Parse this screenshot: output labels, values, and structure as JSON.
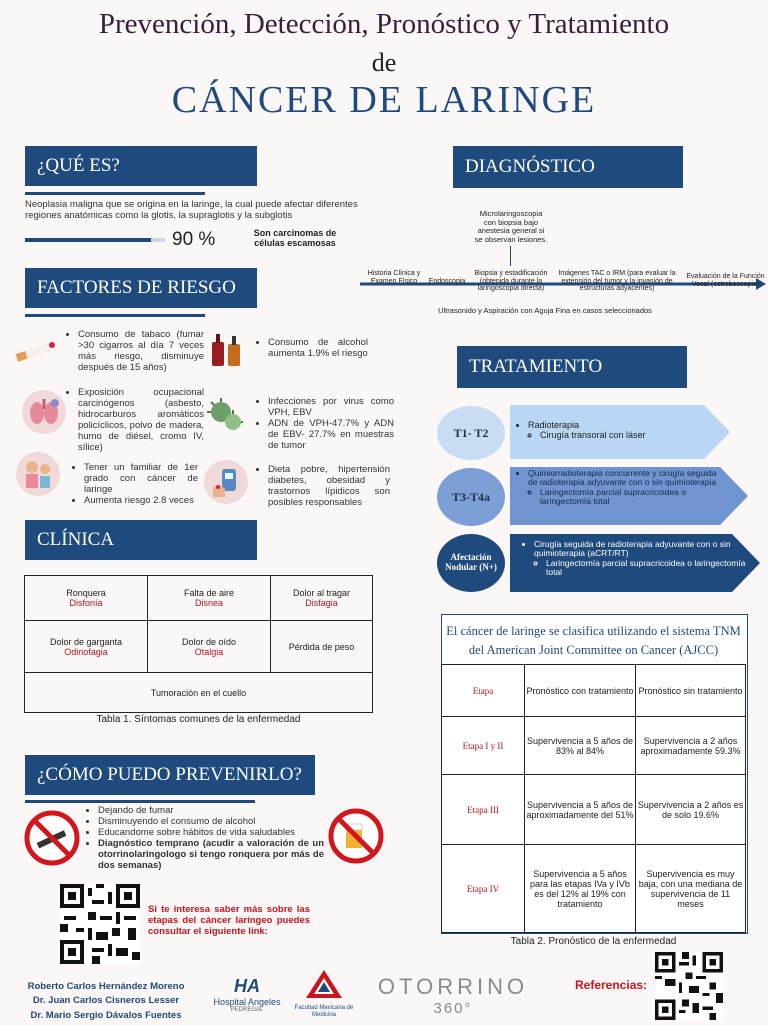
{
  "title": {
    "line1": "Prevención, Detección, Pronóstico y Tratamiento",
    "line2": "de",
    "line3": "CÁNCER DE LARINGE"
  },
  "que_es": {
    "heading": "¿QUÉ ES?",
    "text": "Neoplasia maligna que se origina en la laringe, la cual puede afectar diferentes regiones anatómicas como la glotis, la supraglotis y la subglotis",
    "percent": "90 %",
    "percent_value": 0.9,
    "percent_note": "Son carcinomas de células escamosas"
  },
  "factores": {
    "heading": "FACTORES DE RIESGO",
    "items": [
      {
        "icon": "cigarette-icon",
        "bullets": [
          "Consumo de tabaco (fumar >30 cigarros al día 7 veces más riesgo, disminuye después de 15 años)"
        ]
      },
      {
        "icon": "alcohol-bottles-icon",
        "bullets": [
          "Consumo de alcohol aumenta 1.9% el riesgo"
        ]
      },
      {
        "icon": "lungs-exposure-icon",
        "bullets": [
          "Exposición ocupacional carcinógenos (asbesto, hidrocarburos aromáticos policíclicos, polvo de madera, humo de diésel, cromo IV, sílice)"
        ]
      },
      {
        "icon": "virus-icon",
        "bullets": [
          "Infecciones por virus como VPH, EBV",
          "ADN de VPH-47.7% y ADN de EBV- 27.7% en muestras de tumor"
        ]
      },
      {
        "icon": "family-icon",
        "bullets": [
          "Tener un familiar de 1er grado con cáncer de laringe",
          "Aumenta riesgo 2.8 veces"
        ]
      },
      {
        "icon": "glucose-meter-icon",
        "bullets": [
          "Dieta pobre, hipertensión diabetes, obesidad y trastornos lípidicos son posibles responsables"
        ]
      }
    ]
  },
  "clinica": {
    "heading": "CLÍNICA",
    "rows": [
      [
        {
          "label": "Ronquera",
          "term": "Disfonía"
        },
        {
          "label": "Falta de aire",
          "term": "Disnea"
        },
        {
          "label": "Dolor al tragar",
          "term": "Disfagia"
        }
      ],
      [
        {
          "label": "Dolor de garganta",
          "term": "Odinofagia"
        },
        {
          "label": "Dolor de oído",
          "term": "Otalgia"
        },
        {
          "label": "Pérdida de peso",
          "term": ""
        }
      ]
    ],
    "last_row": "Tumoración en el cuello",
    "caption": "Tabla 1. Síntomas comunes de la enfermedad"
  },
  "prevenir": {
    "heading": "¿CÓMO PUEDO PREVENIRLO?",
    "items": [
      "Dejando de fumar",
      "Disminuyendo el consumo de alcohol",
      "Educandome sobre hábitos de vida saludables"
    ],
    "bold_item": "Diagnóstico temprano (acudir a valoración de un otorrinolaringologo si tengo ronquera por más de dos semanas)",
    "qr_text": "Si te interesa saber más sobre las etapas del cáncer laríngeo puedes consultar el siguiente link:"
  },
  "diagnostico": {
    "heading": "DIAGNÓSTICO",
    "above": "Microlaringoscopia con biopsia bajo anestesia general si se observan lesiones.",
    "steps": [
      "Historia Clínica y Examen Físico",
      "Endoscopia",
      "Biopsia y estadificación (obtenida durante la laringoscopia directa)",
      "Imágenes TAC o IRM (para evaluar la extensión del tumor y la invasión de estructuras adyacentes)",
      "Evaluación de la Función Vocal (estroboscopia)"
    ],
    "below": "Ultrasonido y Aspiración con Aguja Fina en casos seleccionados"
  },
  "tratamiento": {
    "heading": "TRATAMIENTO",
    "rows": [
      {
        "stage": "T1- T2",
        "main": "Radioterapia",
        "sub": "Cirugía transoral con láser"
      },
      {
        "stage": "T3-T4a",
        "main": "Quimiorradioterapia concurrente y cirugía seguida de radioterapia adyuvante con o sin quimioterapia",
        "sub": "Laringectomía parcial supracricoidea o laringectomía total"
      },
      {
        "stage": "Afectación Nodular (N+)",
        "main": "Cirugía seguida de radioterapia adyuvante con o sin quimioterapia (aCRT/RT)",
        "sub": "Laringectomía parcial supracricoidea o laringectomía total"
      }
    ]
  },
  "pronostico": {
    "title": "El cáncer de laringe se clasifica utilizando el sistema TNM del American Joint Committee on Cancer (AJCC)",
    "headers": [
      "Etapa",
      "Pronóstico con tratamiento",
      "Pronóstico sin tratamiento"
    ],
    "rows": [
      [
        "Etapa I y II",
        "Supervivencia a 5 años de 83% al 84%",
        "Supervivencia a 2 años aproximadamente 59.3%"
      ],
      [
        "Etapa III",
        "Supervivencia a 5 años de aproximadamente del 51%",
        "Supervivencia a 2 años es de solo 19.6%"
      ],
      [
        "Etapa IV",
        "Supervivencia a 5 años para las etapas IVa y IVb es del 12% al 19% con tratamiento",
        "Supervivencia es muy baja, con una mediana de supervivencia de 11 meses"
      ]
    ],
    "caption": "Tabla 2. Pronóstico de la enfermedad"
  },
  "footer": {
    "authors": [
      "Roberto Carlos Hernández Moreno",
      "Dr. Juan Carlos Cisneros Lesser",
      "Dr. Mario Sergio Dávalos Fuentes"
    ],
    "logo1_mark": "HA",
    "logo1_name": "Hospital Angeles",
    "logo1_sub": "PEDREGAL",
    "logo2_name": "Facultad Mexicana de Medicina",
    "logo3_name": "OTORRINO",
    "logo3_sub": "360°",
    "refs": "Referencias:"
  },
  "colors": {
    "navy": "#1f4a7d",
    "red": "#b3141d",
    "light_blue": "#b9d6f5"
  }
}
